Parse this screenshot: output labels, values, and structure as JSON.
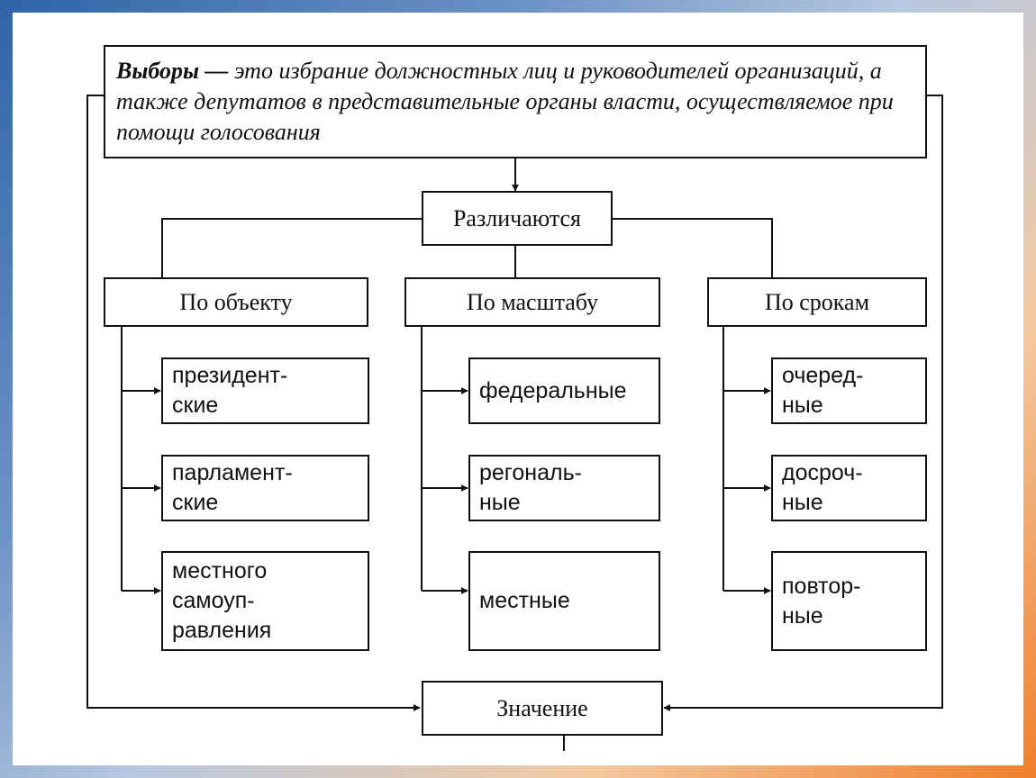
{
  "definition": {
    "term": "Выборы —",
    "text": " это избрание должностных лиц и руководителей организаций, а также депутатов в представительные органы власти, осуществляемое при помощи голосования"
  },
  "differ": "Различаются",
  "meaning": "Значение",
  "categories": [
    {
      "label": "По объекту",
      "items": [
        "президент-\nские",
        "парламент-\nские",
        "местного\nсамоуп-\nравления"
      ]
    },
    {
      "label": "По масштабу",
      "items": [
        "федеральные",
        "регональ-\nные",
        "местные"
      ]
    },
    {
      "label": "По срокам",
      "items": [
        "очеред-\nные",
        "досроч-\nные",
        "повтор-\nные"
      ]
    }
  ]
}
